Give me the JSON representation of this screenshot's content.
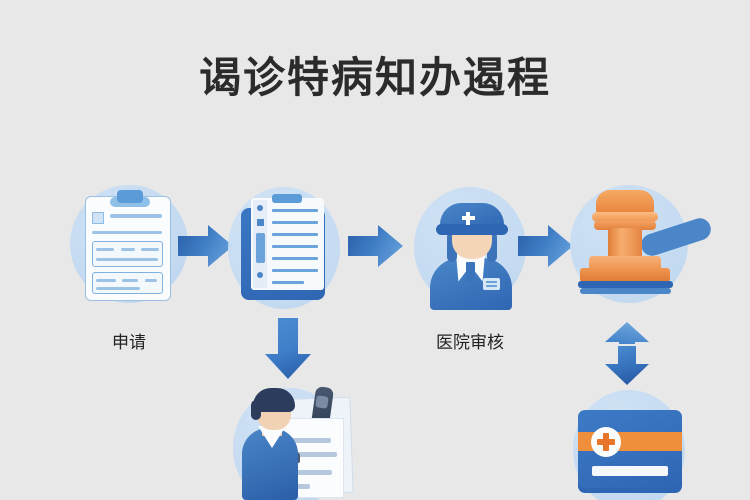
{
  "page": {
    "title": "谒诊特病知办遏程",
    "background_color": "#e8e8e8",
    "title_color": "#2b2b2b"
  },
  "palette": {
    "circle_bg": "#c3dcf2",
    "primary_blue": "#2f66b3",
    "light_blue": "#4a86c8",
    "accent_orange": "#ef8f3c",
    "stamp_orange": "#e8813a",
    "paper_white": "#fbfcfe"
  },
  "flow": {
    "nodes": [
      {
        "id": "node-application-form",
        "icon": "clipboard-form-icon",
        "caption": "申请",
        "has_caption": true
      },
      {
        "id": "node-document-review",
        "icon": "clipboard-document-icon",
        "caption": "",
        "has_caption": false
      },
      {
        "id": "node-hospital-review",
        "icon": "medical-staff-icon",
        "caption": "医院审核",
        "has_caption": true
      },
      {
        "id": "node-approval-stamp",
        "icon": "stamp-icon",
        "caption": "",
        "has_caption": false
      },
      {
        "id": "node-consultation",
        "icon": "person-document-icon",
        "caption": "",
        "has_caption": false
      },
      {
        "id": "node-medical-card",
        "icon": "medical-insurance-card-icon",
        "caption": "",
        "has_caption": false
      }
    ],
    "connectors": [
      {
        "id": "arrow-1",
        "direction": "right",
        "from": "node-application-form",
        "to": "node-document-review"
      },
      {
        "id": "arrow-2",
        "direction": "right",
        "from": "node-document-review",
        "to": "node-hospital-review"
      },
      {
        "id": "arrow-3",
        "direction": "right",
        "from": "node-hospital-review",
        "to": "node-approval-stamp"
      },
      {
        "id": "arrow-4",
        "direction": "down",
        "from": "node-document-review",
        "to": "node-consultation"
      },
      {
        "id": "arrow-5",
        "direction": "up",
        "from": "node-medical-card",
        "to": "node-approval-stamp"
      },
      {
        "id": "arrow-6",
        "direction": "down",
        "from": "node-approval-stamp",
        "to": "node-medical-card"
      }
    ]
  },
  "captions": {
    "apply": "申请",
    "hospital_review": "医院审核"
  }
}
